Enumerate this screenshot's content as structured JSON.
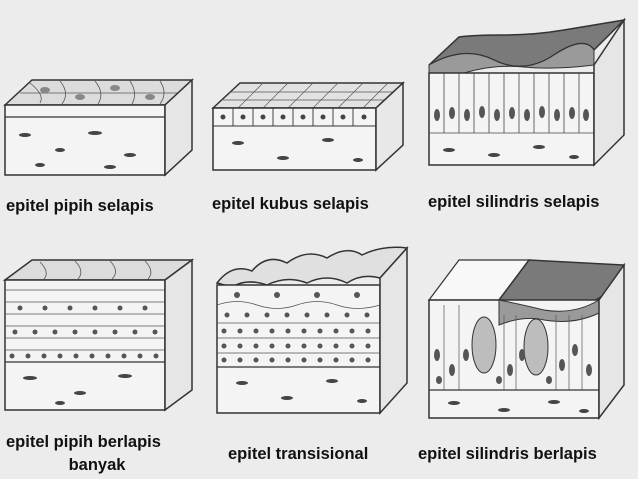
{
  "labels": {
    "simple_squamous": "epitel pipih selapis",
    "simple_cuboidal": "epitel kubus selapis",
    "simple_columnar": "epitel silindris selapis",
    "stratified_squamous_line1": "epitel pipih berlapis",
    "stratified_squamous_line2": "banyak",
    "transitional": "epitel transisional",
    "stratified_columnar": "epitel silindris berlapis"
  },
  "colors": {
    "background": "#ececec",
    "line": "#333333",
    "tissue_fill": "#f4f4f4",
    "dark_surface": "#7a7a7a",
    "nucleus": "#555555"
  }
}
